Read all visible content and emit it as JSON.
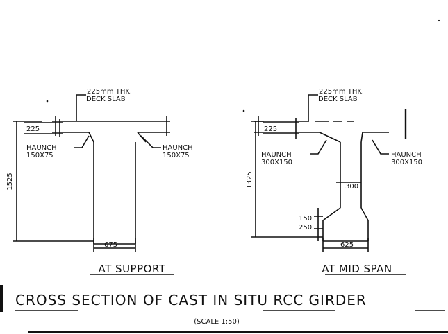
{
  "support_section": {
    "slab_label_1": "225mm THK.",
    "slab_label_2": "DECK SLAB",
    "slab_thickness": "225",
    "haunch_left_1": "HAUNCH",
    "haunch_left_2": "150X75",
    "haunch_right_1": "HAUNCH",
    "haunch_right_2": "150X75",
    "overall_depth": "1525",
    "web_width": "675",
    "caption": "AT SUPPORT"
  },
  "midspan_section": {
    "slab_label_1": "225mm THK.",
    "slab_label_2": "DECK SLAB",
    "slab_thickness": "225",
    "haunch_left_1": "HAUNCH",
    "haunch_left_2": "300X150",
    "haunch_right_1": "HAUNCH",
    "haunch_right_2": "300X150",
    "overall_depth": "1325",
    "web_dim": "300",
    "bulb_dim_1": "150",
    "bulb_dim_2": "250",
    "bottom_width": "625",
    "caption": "AT MID SPAN"
  },
  "title": "CROSS SECTION OF CAST IN SITU RCC GIRDER",
  "scale_note": "(SCALE 1:50)"
}
